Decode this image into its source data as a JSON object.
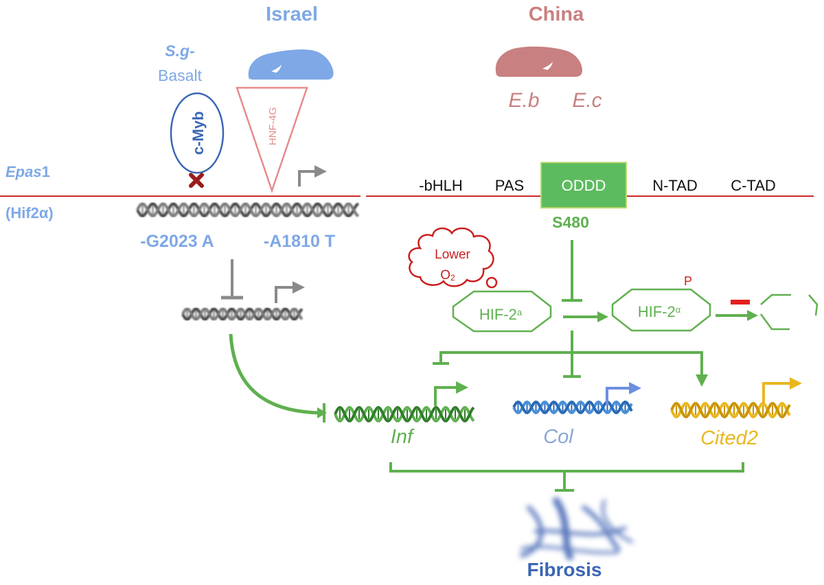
{
  "regions": {
    "israel": "Israel",
    "china": "China"
  },
  "species": {
    "sg_italic": "S.g-",
    "sg_sub": "Basalt",
    "eb": "E.b",
    "ec": "E.c"
  },
  "gene": {
    "name_italic": "Epas",
    "name_num": "1",
    "alias": "(Hif2α)"
  },
  "factors": {
    "cmyb": "c-Myb",
    "hnf": "HNF-4G"
  },
  "variants": {
    "v1": "-G2023 A",
    "v2": "-A1810 T"
  },
  "domains": {
    "bhlh": "-bHLH",
    "pas": "PAS",
    "oddd": "ODDD",
    "ntad": "N-TAD",
    "ctad": "C-TAD"
  },
  "site": "S480",
  "cloud": {
    "line1": "Lower",
    "line2": "O",
    "line2_sub": "2"
  },
  "hif": {
    "a_main": "HIF-2",
    "a_sup": "a",
    "b_main": "HIF-2",
    "b_sup": "α",
    "phospho": "P"
  },
  "targets": {
    "inf": "Inf",
    "col": "Col",
    "cited2": "Cited2"
  },
  "outcome": "Fibrosis",
  "colors": {
    "blue_light": "#7ea8e6",
    "blue_dark": "#3b66b5",
    "pink": "#c98080",
    "red": "#cc2a2a",
    "green": "#5fb04f",
    "green_box": "#5dbb5f",
    "gray": "#8a8a8a",
    "yellow": "#e9b71f",
    "col_blue": "#4a90d9",
    "dark_red_x": "#9b1b1b"
  }
}
